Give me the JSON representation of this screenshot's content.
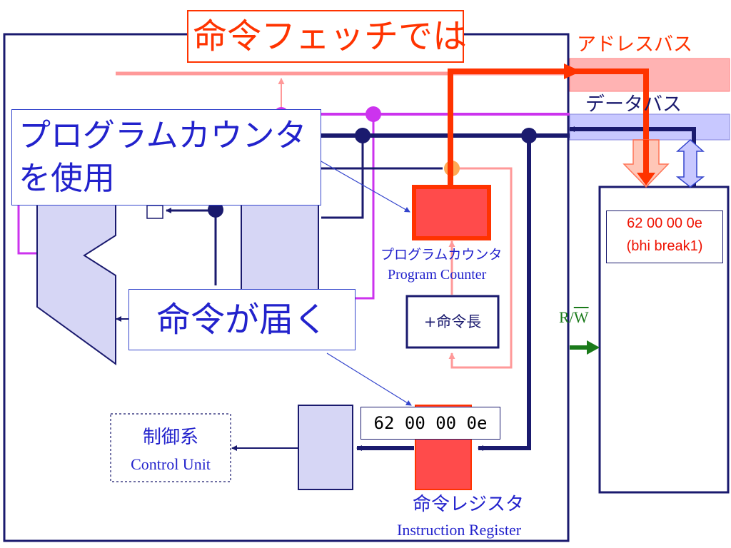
{
  "title": "命令フェッチでは",
  "labels": {
    "address_bus": "アドレスバス",
    "data_bus": "データバス",
    "pc_callout": "プログラムカウンタを使用",
    "ir_callout": "命令が届く",
    "pc_name_ja": "プログラムカウンタ",
    "pc_name_en": "Program Counter",
    "increment": "+命令長",
    "ir_value": "62 00 00 0e",
    "ir_name_ja": "命令レジスタ",
    "ir_name_en": "Instruction Register",
    "control_ja": "制御系",
    "control_en": "Control Unit",
    "memory_line1": "62 00 00 0e",
    "memory_line2": "(bhi break1)",
    "rw_prefix": "R/",
    "rw_bar": "W"
  },
  "colors": {
    "address": "#ff3300",
    "address_bus_fill": "#ffb3b3",
    "data_bus_fill": "#c8c8ff",
    "dark_navy": "#1a1a6e",
    "purple_line": "#cc33ee",
    "pink_line": "#ff9999",
    "register_red": "#ff4b4b",
    "lavender": "#d6d6f5",
    "rw_green": "#1a7a1a"
  }
}
